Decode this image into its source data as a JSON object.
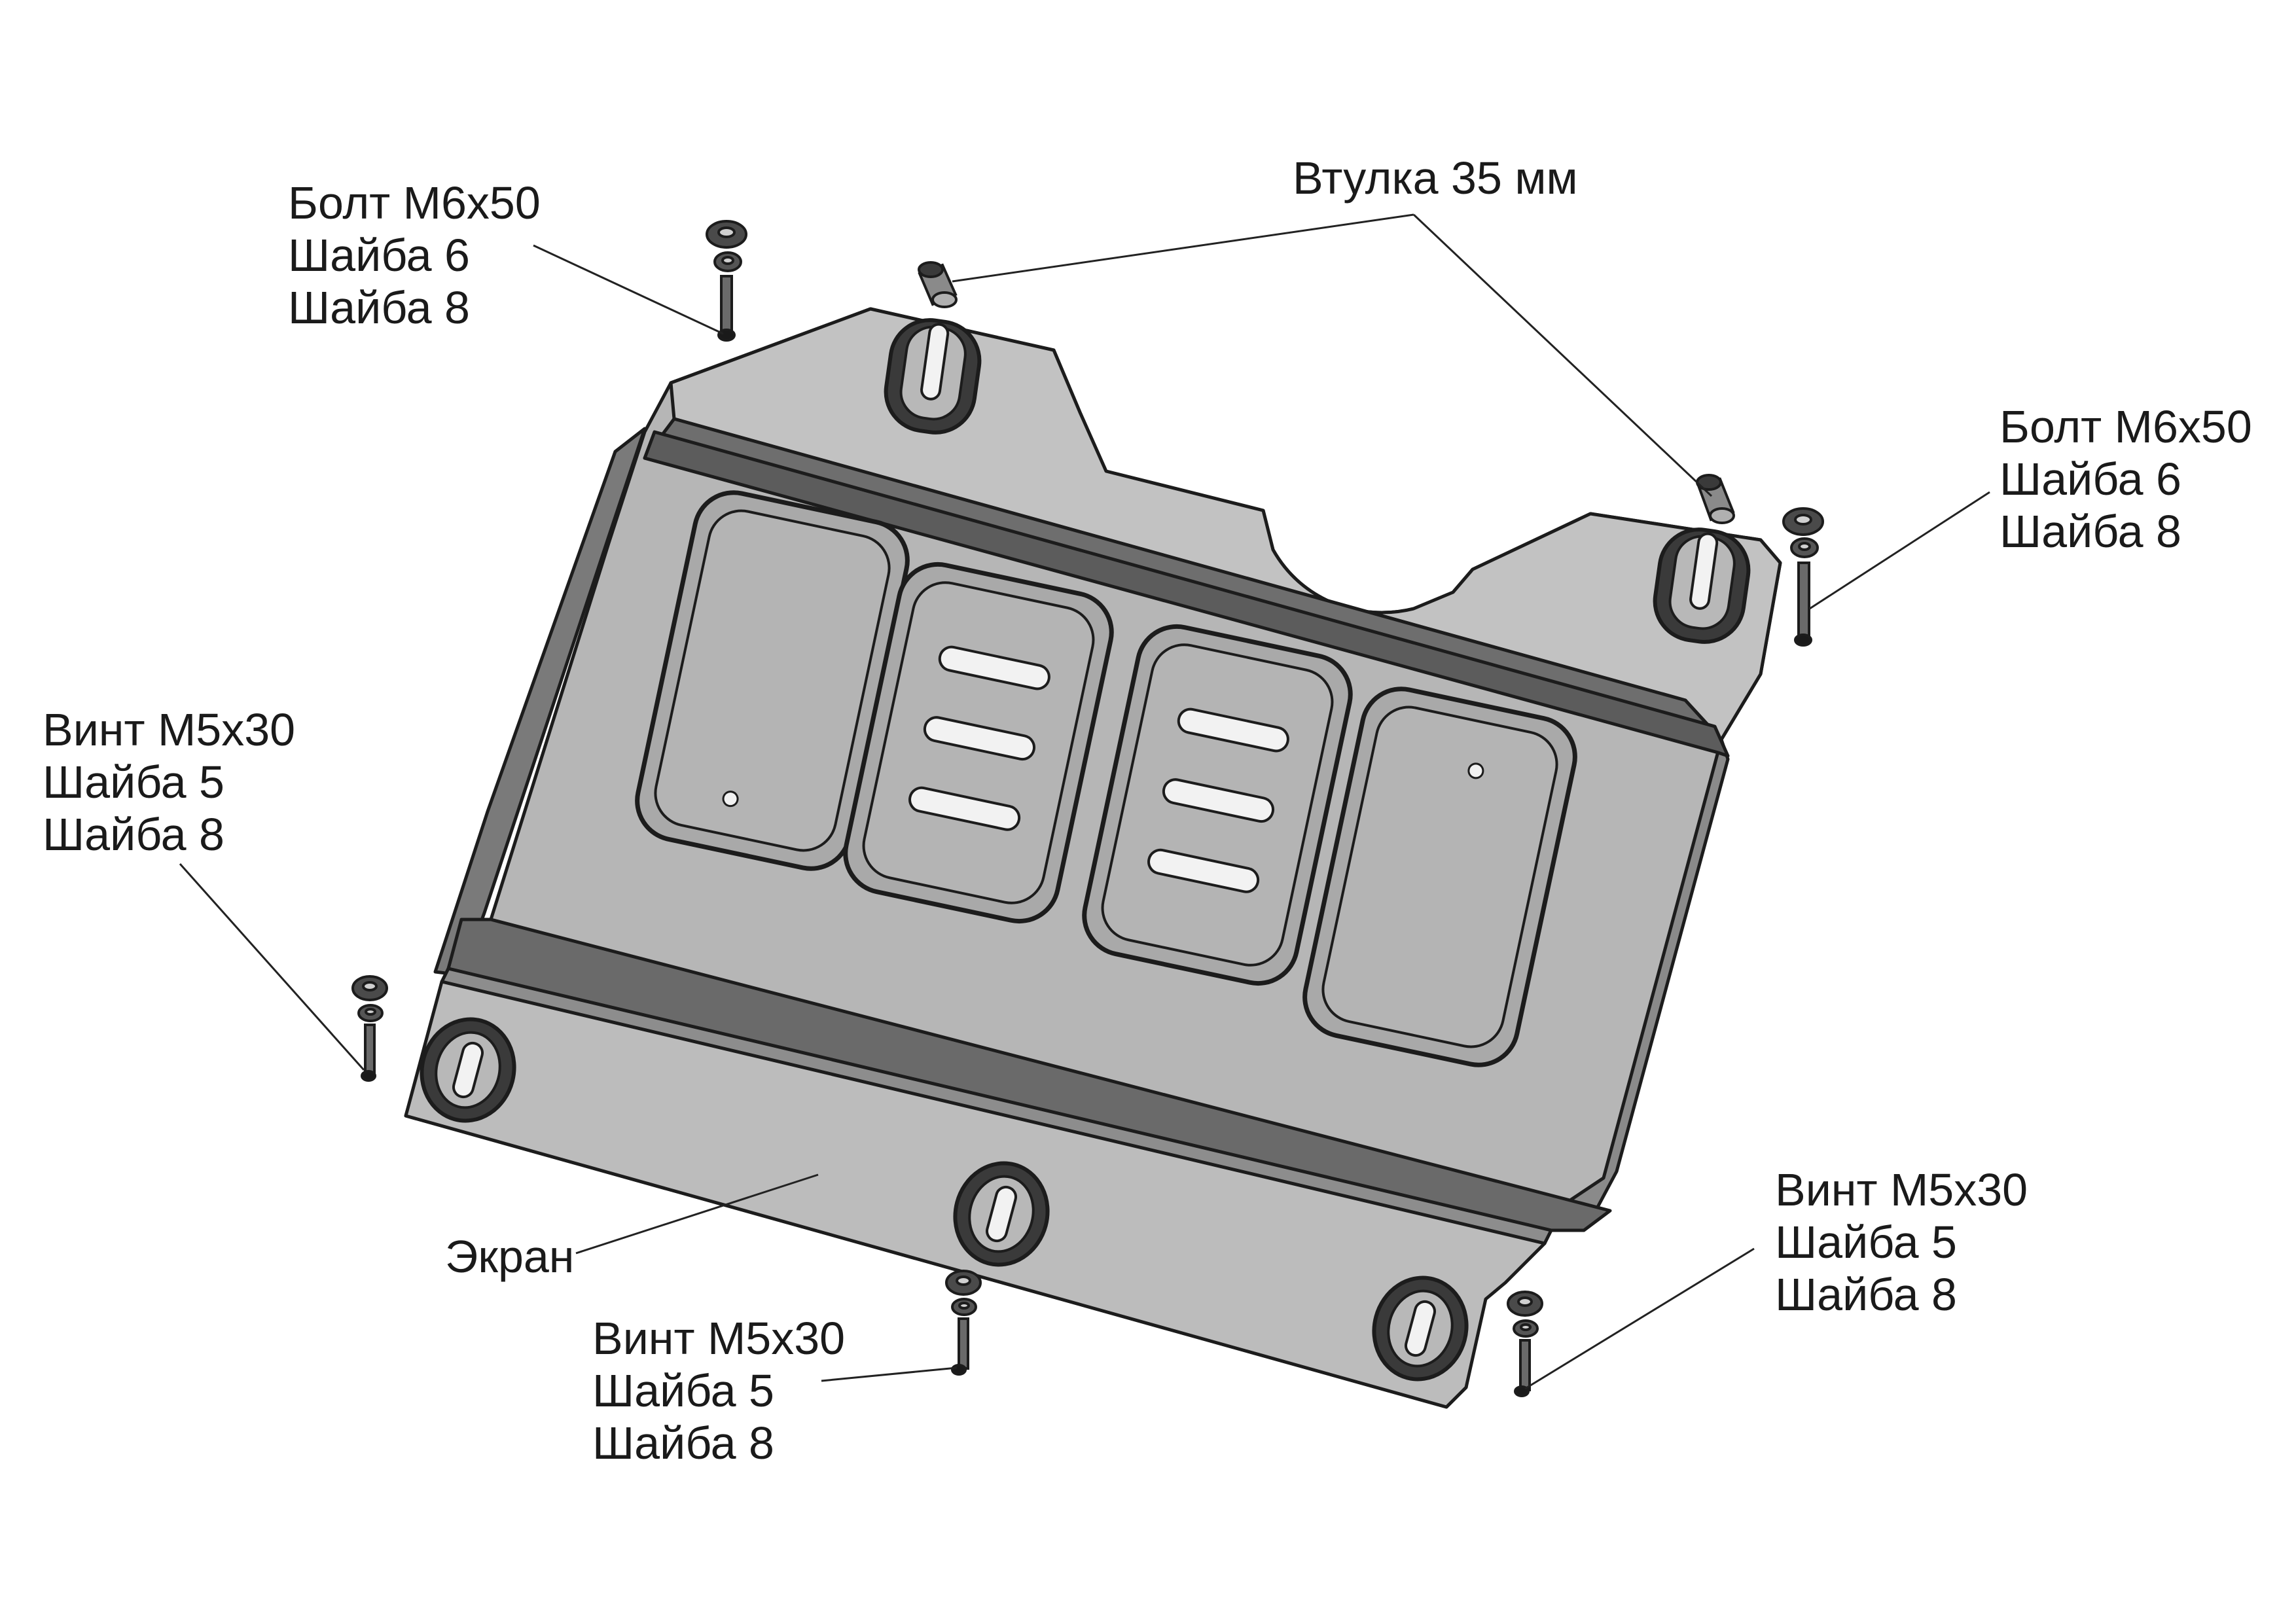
{
  "colors": {
    "plate": "#b2b2b2",
    "plate_light": "#c4c4c4",
    "plate_dark": "#6e6e6e",
    "outline": "#1c1c1c",
    "slot_fill": "#f2f2f2",
    "leader": "#222222",
    "background": "#ffffff"
  },
  "callouts": {
    "top_left": [
      "Болт М6х50",
      "Шайба 6",
      "Шайба 8"
    ],
    "sleeve": [
      "Втулка 35 мм"
    ],
    "top_right": [
      "Болт М6х50",
      "Шайба 6",
      "Шайба 8"
    ],
    "left": [
      "Винт М5х30",
      "Шайба 5",
      "Шайба 8"
    ],
    "screen": [
      "Экран"
    ],
    "bottom_center": [
      "Винт М5х30",
      "Шайба 5",
      "Шайба 8"
    ],
    "bottom_right": [
      "Винт М5х30",
      "Шайба 5",
      "Шайба 8"
    ]
  }
}
